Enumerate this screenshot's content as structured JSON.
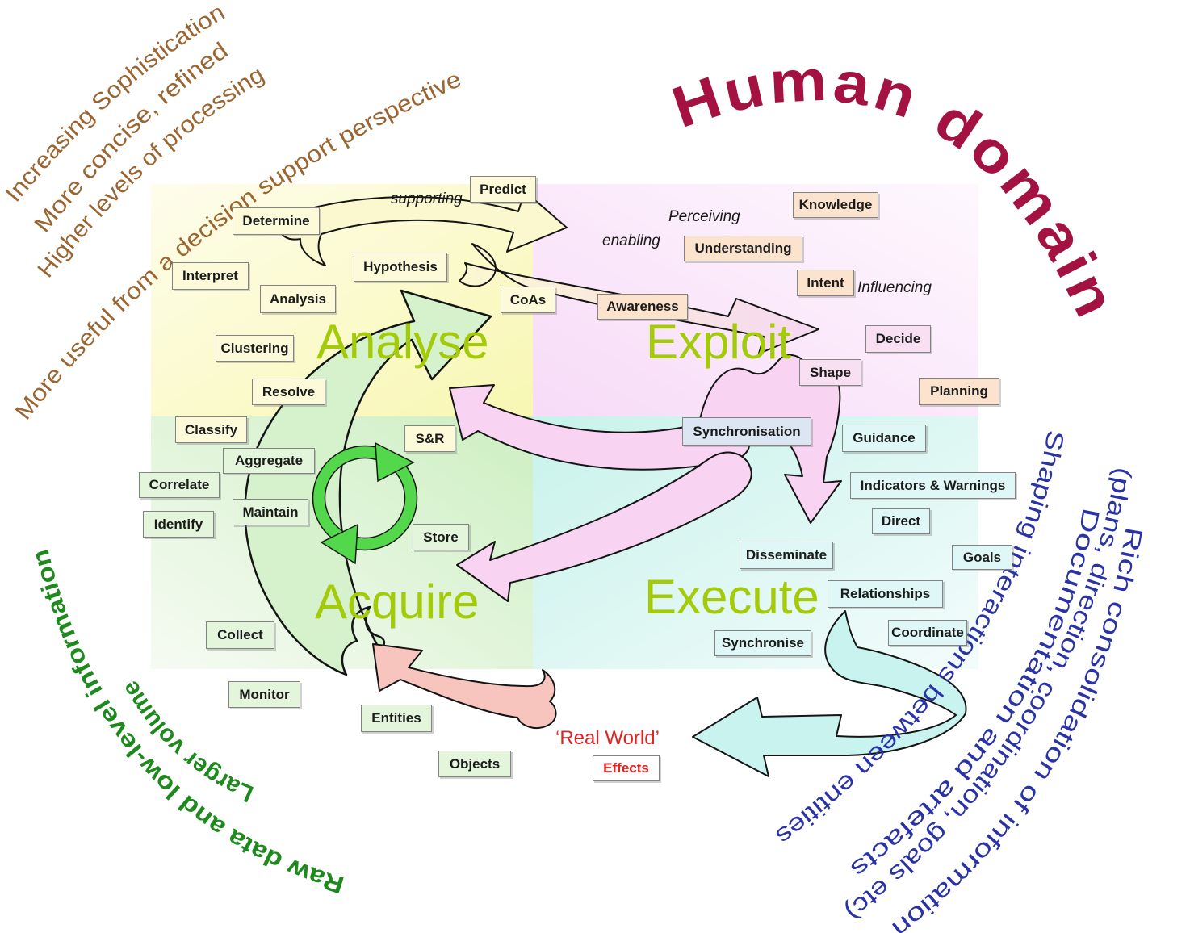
{
  "title": "Human domain",
  "colors": {
    "quadrant_title": "#A3CB0A",
    "human_domain": "#A31240",
    "top_left_text": "#9A6531",
    "bottom_left_text": "#1E8A1E",
    "bottom_right_text": "#2A33A6",
    "real_world_text": "#E32222",
    "cycle_green": "#54D84B",
    "swoosh_green": "#D6F2CC",
    "pink_arrow": "#F8D4F2",
    "cream_arrow": "#FBF8D0",
    "cyan_arrow": "#C9F3EF",
    "salmon_arrow": "#F7C4BE"
  },
  "quadrants": {
    "analyse": "Analyse",
    "exploit": "Exploit",
    "acquire": "Acquire",
    "execute": "Execute"
  },
  "corner_text": {
    "top_left_1": "Increasing Sophistication",
    "top_left_2": "More concise, refined",
    "top_left_3": "Higher levels of processing",
    "top_left_4": "More useful from a decision support perspective",
    "bottom_left_outer": "Raw data and low-level information",
    "bottom_left_inner": "Larger volume",
    "bottom_right_inner": "Shaping interactions between entities",
    "bottom_right_2": "Documentation and artefacts",
    "bottom_right_3": "(plans, direction, coordination, goals etc)",
    "bottom_right_outer": "Rich consolidation of information"
  },
  "flow_labels": {
    "supporting": "supporting",
    "enabling": "enabling",
    "perceiving": "Perceiving",
    "influencing": "Influencing"
  },
  "real_world": "‘Real World’",
  "boxes": {
    "predict": "Predict",
    "determine": "Determine",
    "hypothesis": "Hypothesis",
    "interpret": "Interpret",
    "analysis": "Analysis",
    "coas": "CoAs",
    "clustering": "Clustering",
    "resolve": "Resolve",
    "classify": "Classify",
    "sr": "S&R",
    "knowledge": "Knowledge",
    "understanding": "Understanding",
    "intent": "Intent",
    "awareness": "Awareness",
    "decide": "Decide",
    "shape": "Shape",
    "planning": "Planning",
    "synchronisation": "Synchronisation",
    "guidance": "Guidance",
    "indicators": "Indicators & Warnings",
    "direct": "Direct",
    "disseminate": "Disseminate",
    "goals": "Goals",
    "relationships": "Relationships",
    "coordinate": "Coordinate",
    "synchronise": "Synchronise",
    "aggregate": "Aggregate",
    "correlate": "Correlate",
    "identify": "Identify",
    "maintain": "Maintain",
    "store": "Store",
    "collect": "Collect",
    "monitor": "Monitor",
    "entities": "Entities",
    "objects": "Objects",
    "effects": "Effects"
  }
}
